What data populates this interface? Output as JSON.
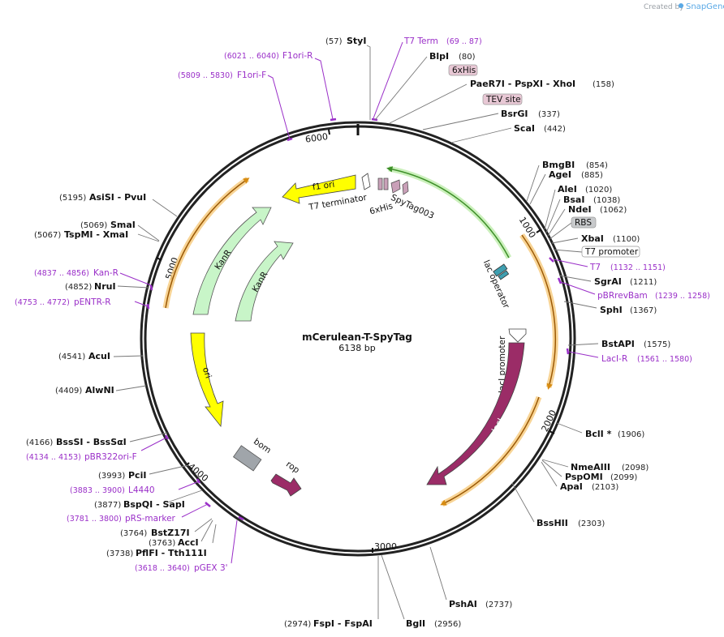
{
  "credit": {
    "prefix": "Created by",
    "brand": "SnapGene"
  },
  "plasmid": {
    "name": "mCerulean-T-SpyTag",
    "size": "6138 bp"
  },
  "ticks": [
    "1000",
    "2000",
    "3000",
    "4000",
    "5000",
    "6000"
  ],
  "features": {
    "f1_ori": "f1 ori",
    "t7_terminator": "T7 terminator",
    "his6": "6xHis",
    "spytag": "SpyTag003",
    "lac_operator": "lac operator",
    "laci_promoter": "lacI promoter",
    "laci": "lacI",
    "kanr_outer": "KanR",
    "kanr_inner": "KanR",
    "ori": "ori",
    "bom": "bom",
    "rop": "rop"
  },
  "sites": [
    {
      "id": "styi",
      "name": "StyI",
      "pos": "(57)"
    },
    {
      "id": "blpi",
      "name": "BlpI",
      "pos": "(80)"
    },
    {
      "id": "paer7i",
      "name": "PaeR7I   - PspXI   - XhoI",
      "pos": "(158)"
    },
    {
      "id": "bsrgi",
      "name": "BsrGI",
      "pos": "(337)"
    },
    {
      "id": "scai",
      "name": "ScaI",
      "pos": "(442)"
    },
    {
      "id": "bmgbi",
      "name": "BmgBI",
      "pos": "(854)"
    },
    {
      "id": "agei",
      "name": "AgeI",
      "pos": "(885)"
    },
    {
      "id": "alei",
      "name": "AleI",
      "pos": "(1020)"
    },
    {
      "id": "bsai",
      "name": "BsaI",
      "pos": "(1038)"
    },
    {
      "id": "ndei",
      "name": "NdeI",
      "pos": "(1062)"
    },
    {
      "id": "xbai",
      "name": "XbaI",
      "pos": "(1100)"
    },
    {
      "id": "sgrai",
      "name": "SgrAI",
      "pos": "(1211)"
    },
    {
      "id": "sphi",
      "name": "SphI",
      "pos": "(1367)"
    },
    {
      "id": "bstapi",
      "name": "BstAPI",
      "pos": "(1575)"
    },
    {
      "id": "bcli",
      "name": "BclI *",
      "pos": "(1906)"
    },
    {
      "id": "nmeaiii",
      "name": "NmeAIII",
      "pos": "(2098)"
    },
    {
      "id": "pspomi",
      "name": "PspOMI",
      "pos": "(2099)"
    },
    {
      "id": "apai",
      "name": "ApaI",
      "pos": "(2103)"
    },
    {
      "id": "bsshii",
      "name": "BssHII",
      "pos": "(2303)"
    },
    {
      "id": "pshai",
      "name": "PshAI",
      "pos": "(2737)"
    },
    {
      "id": "bgli",
      "name": "BglI",
      "pos": "(2956)"
    },
    {
      "id": "fspi",
      "name": "FspI   - FspAI",
      "pos": "(2974)"
    },
    {
      "id": "pflfi",
      "name": "PflFI   - Tth111I",
      "pos": "(3738)"
    },
    {
      "id": "acci",
      "name": "AccI",
      "pos": "(3763)"
    },
    {
      "id": "bstz17i",
      "name": "BstZ17I",
      "pos": "(3764)"
    },
    {
      "id": "bspqi",
      "name": "BspQI   - SapI",
      "pos": "(3877)"
    },
    {
      "id": "pcii",
      "name": "PciI",
      "pos": "(3993)"
    },
    {
      "id": "bsssi",
      "name": "BssSI   - BssSαI",
      "pos": "(4166)"
    },
    {
      "id": "alwni",
      "name": "AlwNI",
      "pos": "(4409)"
    },
    {
      "id": "acui",
      "name": "AcuI",
      "pos": "(4541)"
    },
    {
      "id": "nrui",
      "name": "NruI",
      "pos": "(4852)"
    },
    {
      "id": "tspmi",
      "name": "TspMI   - XmaI",
      "pos": "(5067)"
    },
    {
      "id": "smai",
      "name": "SmaI",
      "pos": "(5069)"
    },
    {
      "id": "asisi",
      "name": "AsiSI   - PvuI",
      "pos": "(5195)"
    }
  ],
  "primers": [
    {
      "id": "t7term",
      "name": "T7 Term",
      "range": "(69 .. 87)"
    },
    {
      "id": "f1ori_r",
      "name": "F1ori-R",
      "range": "(6021 .. 6040)"
    },
    {
      "id": "f1ori_f",
      "name": "F1ori-F",
      "range": "(5809 .. 5830)"
    },
    {
      "id": "t7",
      "name": "T7",
      "range": "(1132 .. 1151)"
    },
    {
      "id": "pbrrevbam",
      "name": "pBRrevBam",
      "range": "(1239 .. 1258)"
    },
    {
      "id": "laci_r",
      "name": "LacI-R",
      "range": "(1561 .. 1580)"
    },
    {
      "id": "kan_r",
      "name": "Kan-R",
      "range": "(4837 .. 4856)"
    },
    {
      "id": "pentr_r",
      "name": "pENTR-R",
      "range": "(4753 .. 4772)"
    },
    {
      "id": "pbr322ori_f",
      "name": "pBR322ori-F",
      "range": "(4134 .. 4153)"
    },
    {
      "id": "l4440",
      "name": "L4440",
      "range": "(3883 .. 3900)"
    },
    {
      "id": "prs_marker",
      "name": "pRS-marker",
      "range": "(3781 .. 3800)"
    },
    {
      "id": "pgex3",
      "name": "pGEX 3'",
      "range": "(3618 .. 3640)"
    }
  ],
  "boxes": [
    {
      "id": "his6box",
      "label": "6xHis"
    },
    {
      "id": "tevbox",
      "label": "TEV site"
    },
    {
      "id": "rbsbox",
      "label": "RBS"
    },
    {
      "id": "t7promoterbox",
      "label": "T7 promoter"
    }
  ],
  "colors": {
    "backbone": "#222222",
    "primer": "#9a2fc8",
    "f1ori": "#ffff00",
    "kanr": "#c8f5c8",
    "laci": "#9b2c67",
    "lacop": "#3f9fb0",
    "bom": "#a0a5aa",
    "ori": "#ffff00",
    "orf": "#f0a830",
    "green_arc": "#5bbf3f"
  }
}
